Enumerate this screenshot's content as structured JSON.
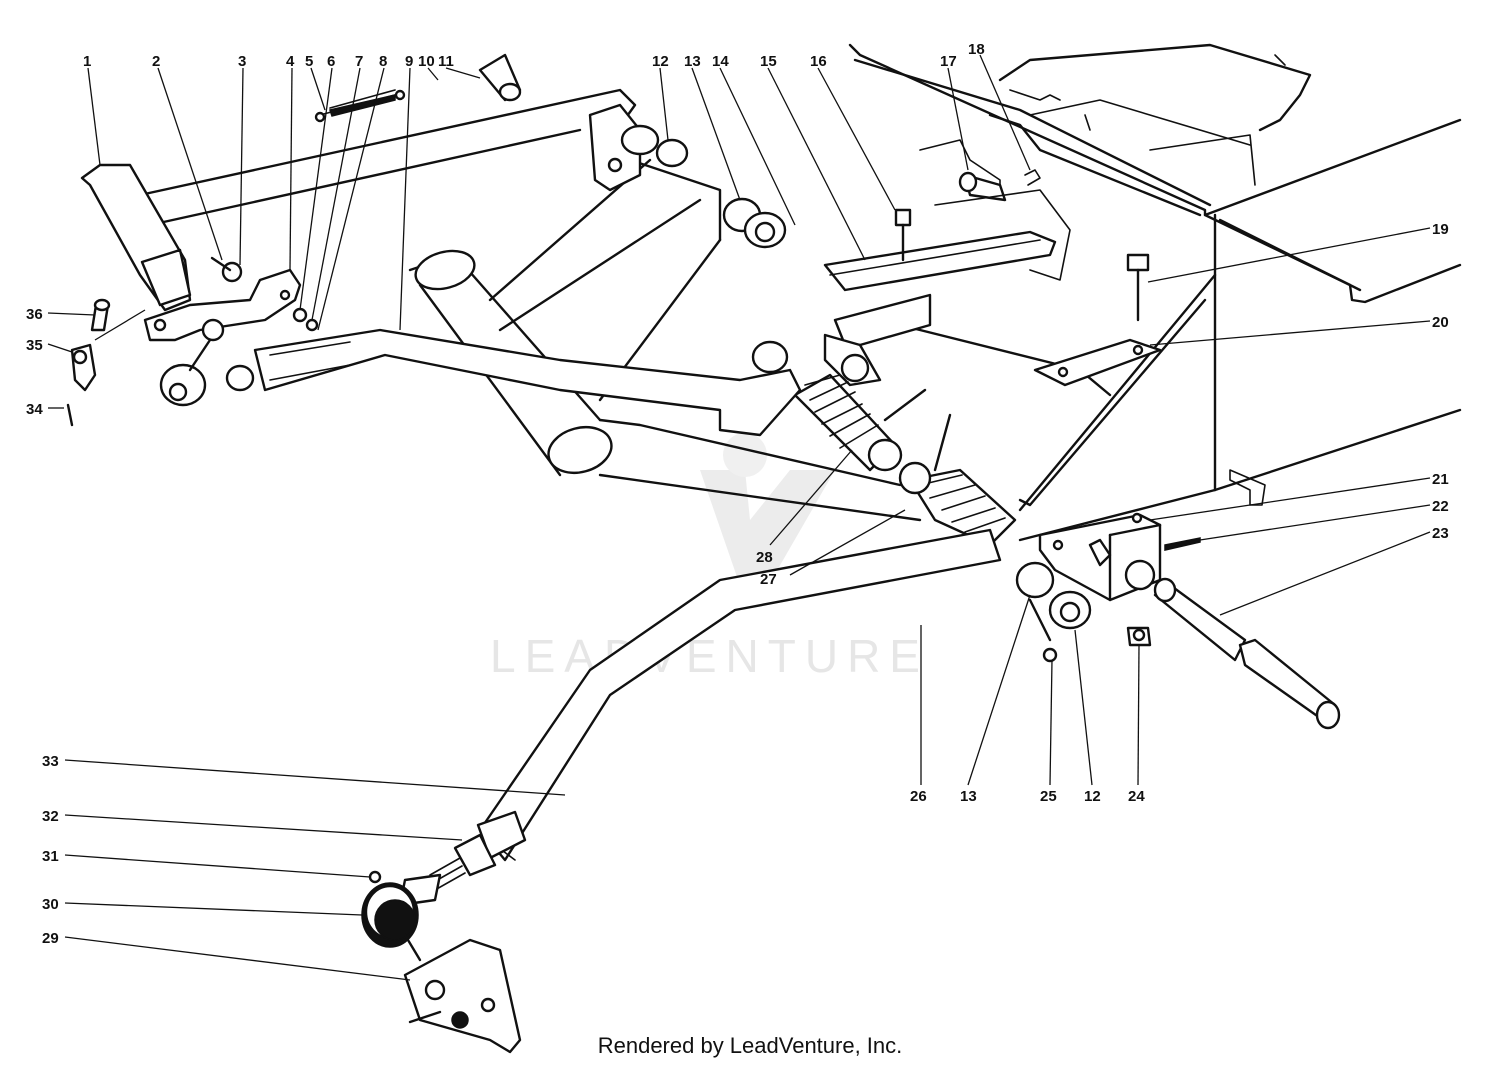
{
  "watermark": "LEADVENTURE",
  "footer": "Rendered by LeadVenture, Inc.",
  "callouts": [
    {
      "id": "c1",
      "text": "1"
    },
    {
      "id": "c2",
      "text": "2"
    },
    {
      "id": "c3",
      "text": "3"
    },
    {
      "id": "c4",
      "text": "4"
    },
    {
      "id": "c5",
      "text": "5"
    },
    {
      "id": "c6",
      "text": "6"
    },
    {
      "id": "c7",
      "text": "7"
    },
    {
      "id": "c8",
      "text": "8"
    },
    {
      "id": "c9",
      "text": "9"
    },
    {
      "id": "c10",
      "text": "10"
    },
    {
      "id": "c11",
      "text": "11"
    },
    {
      "id": "c12a",
      "text": "12"
    },
    {
      "id": "c13a",
      "text": "13"
    },
    {
      "id": "c14",
      "text": "14"
    },
    {
      "id": "c15",
      "text": "15"
    },
    {
      "id": "c16",
      "text": "16"
    },
    {
      "id": "c17",
      "text": "17"
    },
    {
      "id": "c18",
      "text": "18"
    },
    {
      "id": "c19",
      "text": "19"
    },
    {
      "id": "c20",
      "text": "20"
    },
    {
      "id": "c21",
      "text": "21"
    },
    {
      "id": "c22",
      "text": "22"
    },
    {
      "id": "c23",
      "text": "23"
    },
    {
      "id": "c24",
      "text": "24"
    },
    {
      "id": "c12b",
      "text": "12"
    },
    {
      "id": "c25",
      "text": "25"
    },
    {
      "id": "c13b",
      "text": "13"
    },
    {
      "id": "c26",
      "text": "26"
    },
    {
      "id": "c27",
      "text": "27"
    },
    {
      "id": "c28",
      "text": "28"
    },
    {
      "id": "c29",
      "text": "29"
    },
    {
      "id": "c30",
      "text": "30"
    },
    {
      "id": "c31",
      "text": "31"
    },
    {
      "id": "c32",
      "text": "32"
    },
    {
      "id": "c33",
      "text": "33"
    },
    {
      "id": "c34",
      "text": "34"
    },
    {
      "id": "c35",
      "text": "35"
    },
    {
      "id": "c36",
      "text": "36"
    }
  ]
}
